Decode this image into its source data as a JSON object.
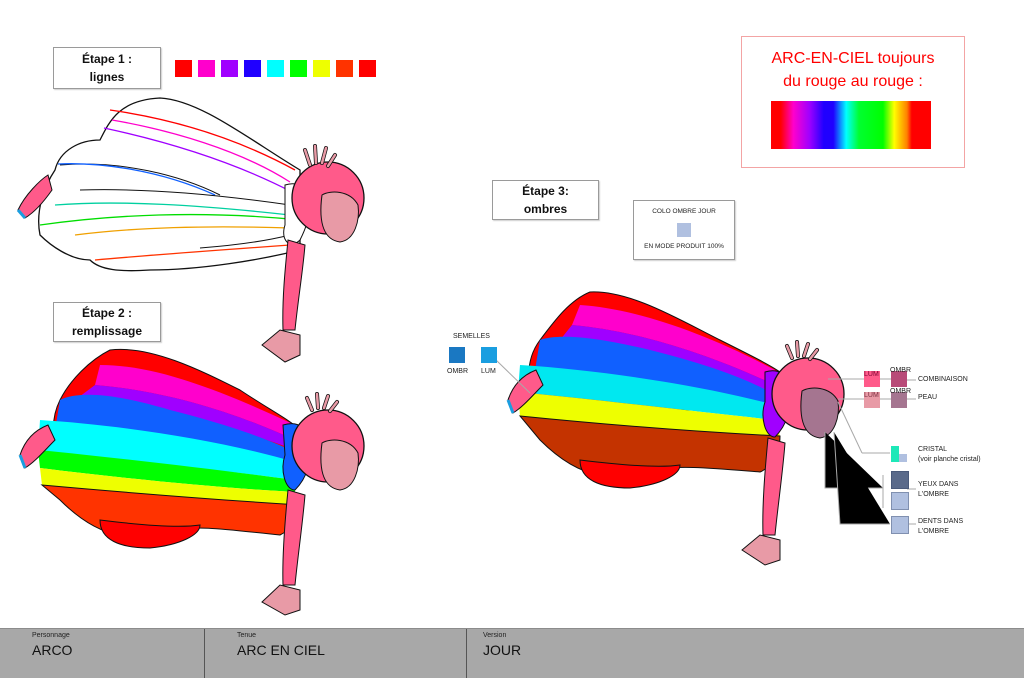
{
  "steps": [
    {
      "title": "Étape 1 :",
      "subtitle": "lignes"
    },
    {
      "title": "Étape 2 :",
      "subtitle": "remplissage"
    },
    {
      "title": "Étape 3:",
      "subtitle": "ombres"
    }
  ],
  "line_swatches": [
    "#ff0000",
    "#ff00cc",
    "#a000ff",
    "#2000ff",
    "#00ffff",
    "#00ff00",
    "#eeff00",
    "#ff3300",
    "#ff0000"
  ],
  "rainbow_note": {
    "line1": "ARC-EN-CIEL toujours",
    "line2": "du rouge au rouge :",
    "text_color": "#ff0000"
  },
  "shadow_color": {
    "title": "COLO OMBRE JOUR",
    "swatch": "#b0c0e0",
    "mode": "EN MODE PRODUIT 100%"
  },
  "semelles": {
    "label": "SEMELLES",
    "ombr_label": "OMBR",
    "lum_label": "LUM",
    "ombr_color": "#1a78c2",
    "lum_color": "#1a9ee0"
  },
  "legend": {
    "combinaison": {
      "label": "COMBINAISON",
      "lum_label": "LUM",
      "ombr_label": "OMBR",
      "lum_color": "#ff5a8a",
      "ombr_color": "#b84a78"
    },
    "peau": {
      "label": "PEAU",
      "lum_label": "LUM",
      "ombr_label": "OMBR",
      "lum_color": "#e89aa6",
      "ombr_color": "#a57590"
    },
    "cristal": {
      "label": "CRISTAL",
      "note": "(voir planche cristal)",
      "color1": "#1ee8b8",
      "color2": "#b0c0e0"
    },
    "yeux": {
      "label1": "YEUX DANS",
      "label2": "L'OMBRE",
      "color_dark": "#5a6a8a",
      "color_light": "#b0c0e0"
    },
    "dents": {
      "label1": "DENTS DANS",
      "label2": "L'OMBRE",
      "color": "#b0c0e0"
    }
  },
  "footer": {
    "personnage": {
      "label": "Personnage",
      "value": "ARCO"
    },
    "tenue": {
      "label": "Tenue",
      "value": "ARC EN CIEL"
    },
    "version": {
      "label": "Version",
      "value": "JOUR"
    }
  }
}
